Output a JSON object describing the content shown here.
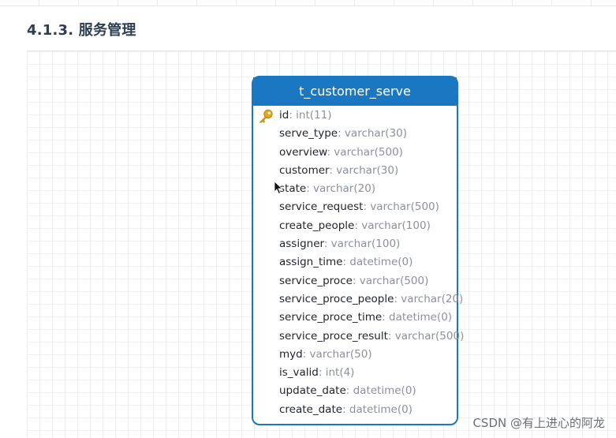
{
  "section": {
    "title": "4.1.3. 服务管理"
  },
  "entity": {
    "name": "t_customer_serve",
    "fields": [
      {
        "name": "id",
        "type": ": int(11)",
        "primary_key": true
      },
      {
        "name": "serve_type",
        "type": ": varchar(30)"
      },
      {
        "name": "overview",
        "type": ": varchar(500)"
      },
      {
        "name": "customer",
        "type": ": varchar(30)"
      },
      {
        "name": "state",
        "type": ": varchar(20)"
      },
      {
        "name": "service_request",
        "type": ": varchar(500)"
      },
      {
        "name": "create_people",
        "type": ": varchar(100)"
      },
      {
        "name": "assigner",
        "type": ": varchar(100)"
      },
      {
        "name": "assign_time",
        "type": ": datetime(0)"
      },
      {
        "name": "service_proce",
        "type": ": varchar(500)"
      },
      {
        "name": "service_proce_people",
        "type": ": varchar(20)"
      },
      {
        "name": "service_proce_time",
        "type": ": datetime(0)"
      },
      {
        "name": "service_proce_result",
        "type": ": varchar(500)"
      },
      {
        "name": "myd",
        "type": ": varchar(50)"
      },
      {
        "name": "is_valid",
        "type": ": int(4)"
      },
      {
        "name": "update_date",
        "type": ": datetime(0)"
      },
      {
        "name": "create_date",
        "type": ": datetime(0)"
      }
    ]
  },
  "icons": {
    "primary_key": "key-icon",
    "pointer": "arrow-cursor-icon"
  },
  "colors": {
    "header": "#1a78c2",
    "key": "#e6a817"
  },
  "watermark": "CSDN @有上进心的阿龙"
}
